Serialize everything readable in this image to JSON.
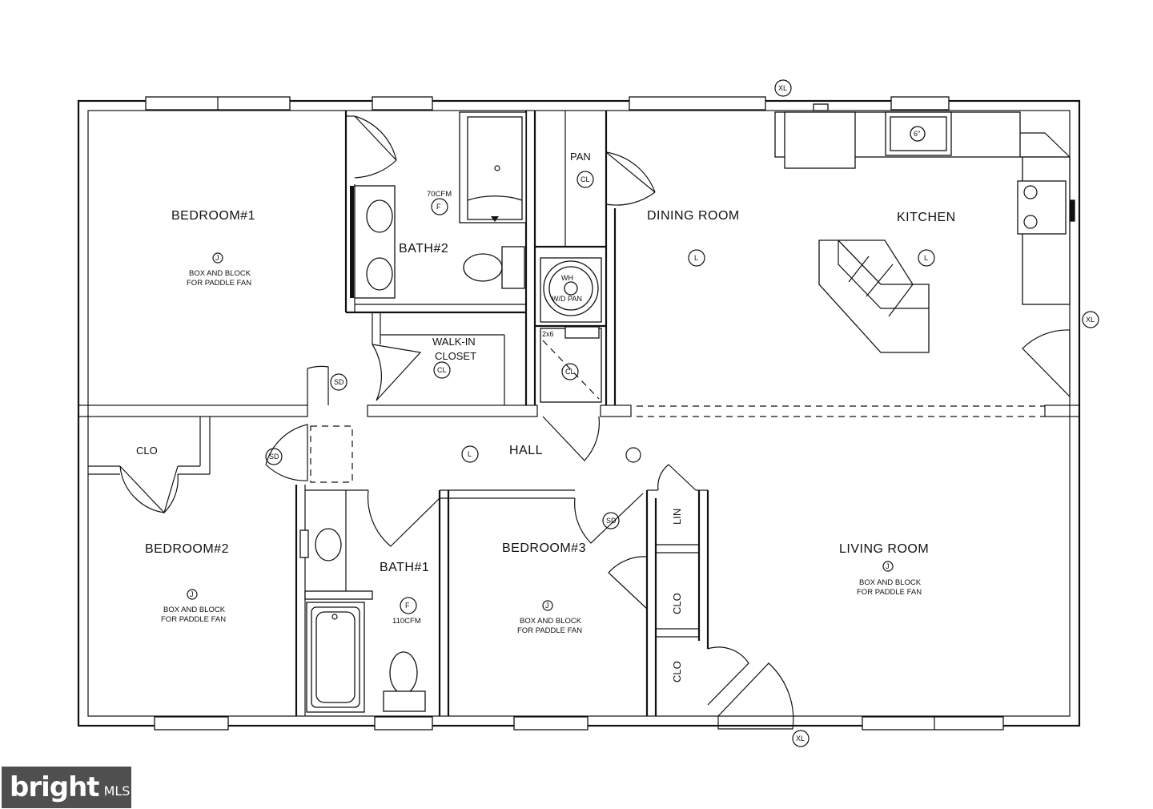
{
  "rooms": {
    "bedroom1": "BEDROOM#1",
    "bedroom2": "BEDROOM#2",
    "bedroom3": "BEDROOM#3",
    "bath2": "BATH#2",
    "bath1": "BATH#1",
    "dining": "DINING ROOM",
    "kitchen": "KITCHEN",
    "living": "LIVING ROOM",
    "hall": "HALL",
    "walkin1": "WALK-IN",
    "walkin2": "CLOSET",
    "pan": "PAN",
    "clo1": "CLO",
    "clo2": "CLO",
    "clo3": "CLO",
    "lin": "LIN"
  },
  "notes": {
    "fan1": "BOX AND BLOCK",
    "fan2": "FOR PADDLE FAN",
    "cfm70": "70CFM",
    "cfm110": "110CFM",
    "two_by_six": "2x6"
  },
  "symbols": {
    "xl": "XL",
    "sd": "SD",
    "cl": "CL",
    "l": "L",
    "j": "J",
    "fl": "F",
    "wh": "WH",
    "wh_sub": "W/D PAN",
    "sink": "6\""
  },
  "logo": {
    "brand": "bright",
    "suffix": "MLS"
  }
}
